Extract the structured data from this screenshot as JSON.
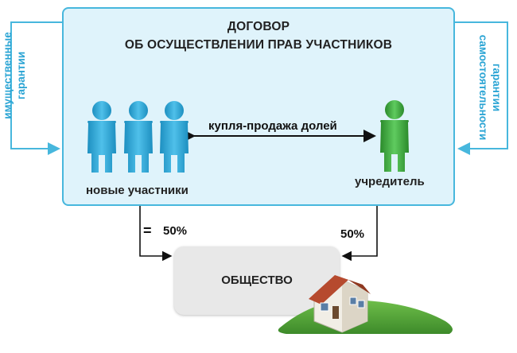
{
  "contract": {
    "title_line1": "ДОГОВОР",
    "title_line2": "ОБ ОСУЩЕСТВЛЕНИИ ПРАВ УЧАСТНИКОВ"
  },
  "side_labels": {
    "left": [
      "имущественные",
      "гарантии"
    ],
    "right": [
      "гарантии",
      "самостоятельности"
    ]
  },
  "arrow_label": "купля-продажа долей",
  "groups": {
    "new_participants": "новые участники",
    "founder": "учредитель"
  },
  "shares": {
    "left_symbol": "=",
    "left_value": "50%",
    "right_value": "50%"
  },
  "society": {
    "label": "ОБЩЕСТВО"
  },
  "colors": {
    "frame": "#47b7dd",
    "frame_fill": "#dff3fb",
    "accent_text": "#2aa4d4",
    "people_blue": "#29a6d6",
    "people_green": "#3ca63c",
    "society_fill": "#e8e8e8"
  }
}
